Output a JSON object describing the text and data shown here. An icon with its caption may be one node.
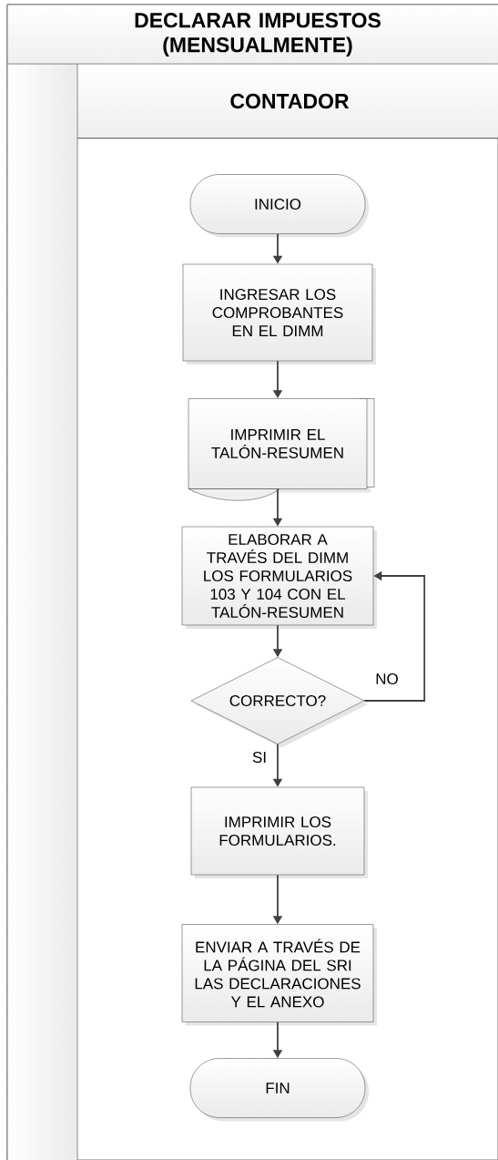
{
  "diagram": {
    "nodes": [
      {
        "text": [
          "DECLARAR IMPUESTOS (MENSUALMENTE)"
        ]
      },
      {
        "text": [
          "CONTADOR"
        ],
        "in": 0
      },
      {
        "text": [
          "INICIO"
        ],
        "in": 1
      },
      {
        "text": [
          "INGRESAR LOS COMPROBANTES EN EL DIMM"
        ],
        "in": 1
      },
      {
        "text": [
          "IMPRIMIR EL TALÓN-RESUMEN"
        ],
        "in": 1
      },
      {
        "text": [
          "ELABORAR A TRAVÉS DEL DIMM LOS FORMULARIOS 103 Y 104 CON EL TALÓN-RESUMEN"
        ],
        "in": 1
      },
      {
        "text": [
          "CORRECTO?"
        ],
        "in": 1
      },
      {
        "text": [
          "IMPRIMIR LOS FORMULARIOS."
        ],
        "in": 1
      },
      {
        "text": [
          "ENVIAR A TRAVÉS DE LA PÁGINA DEL SRI LAS DECLARACIONES Y EL ANEXO"
        ],
        "in": 1
      },
      {
        "text": [
          "FIN"
        ],
        "in": 1
      }
    ],
    "edges": [
      {
        "from": 2,
        "to": 3,
        "arrow": "to"
      },
      {
        "from": 3,
        "to": 4,
        "arrow": "to"
      },
      {
        "from": 4,
        "to": 5,
        "arrow": "to"
      },
      {
        "from": 5,
        "to": 6,
        "arrow": "to"
      },
      {
        "from": 6,
        "to": 7,
        "arrow": "to",
        "label": "SI"
      },
      {
        "from": 6,
        "to": 5,
        "arrow": "to",
        "label": "NO"
      },
      {
        "from": 7,
        "to": 8,
        "arrow": "to"
      },
      {
        "from": 8,
        "to": 9,
        "arrow": "to"
      }
    ]
  }
}
